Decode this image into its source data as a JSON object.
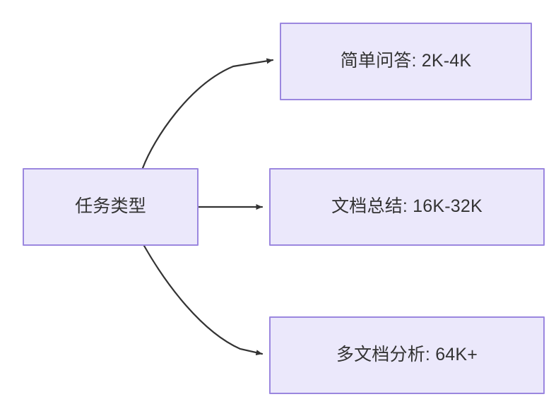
{
  "diagram": {
    "type": "flowchart",
    "direction": "left-to-right",
    "theme": {
      "node_fill": "#EBE8FB",
      "node_border": "#9B87DF",
      "text_color": "#333333",
      "edge_color": "#333333",
      "background": "#FFFFFF"
    },
    "nodes": [
      {
        "id": "task-type",
        "label": "任务类型"
      },
      {
        "id": "simple-qa",
        "label": "简单问答: 2K-4K"
      },
      {
        "id": "doc-summary",
        "label": "文档总结: 16K-32K"
      },
      {
        "id": "multi-doc",
        "label": "多文档分析: 64K+"
      }
    ],
    "edges": [
      {
        "from": "task-type",
        "to": "simple-qa",
        "label": "",
        "style": "curved-up",
        "arrowhead": "solid-triangle"
      },
      {
        "from": "task-type",
        "to": "doc-summary",
        "label": "",
        "style": "straight",
        "arrowhead": "solid-triangle"
      },
      {
        "from": "task-type",
        "to": "multi-doc",
        "label": "",
        "style": "curved-down",
        "arrowhead": "solid-triangle"
      }
    ]
  }
}
